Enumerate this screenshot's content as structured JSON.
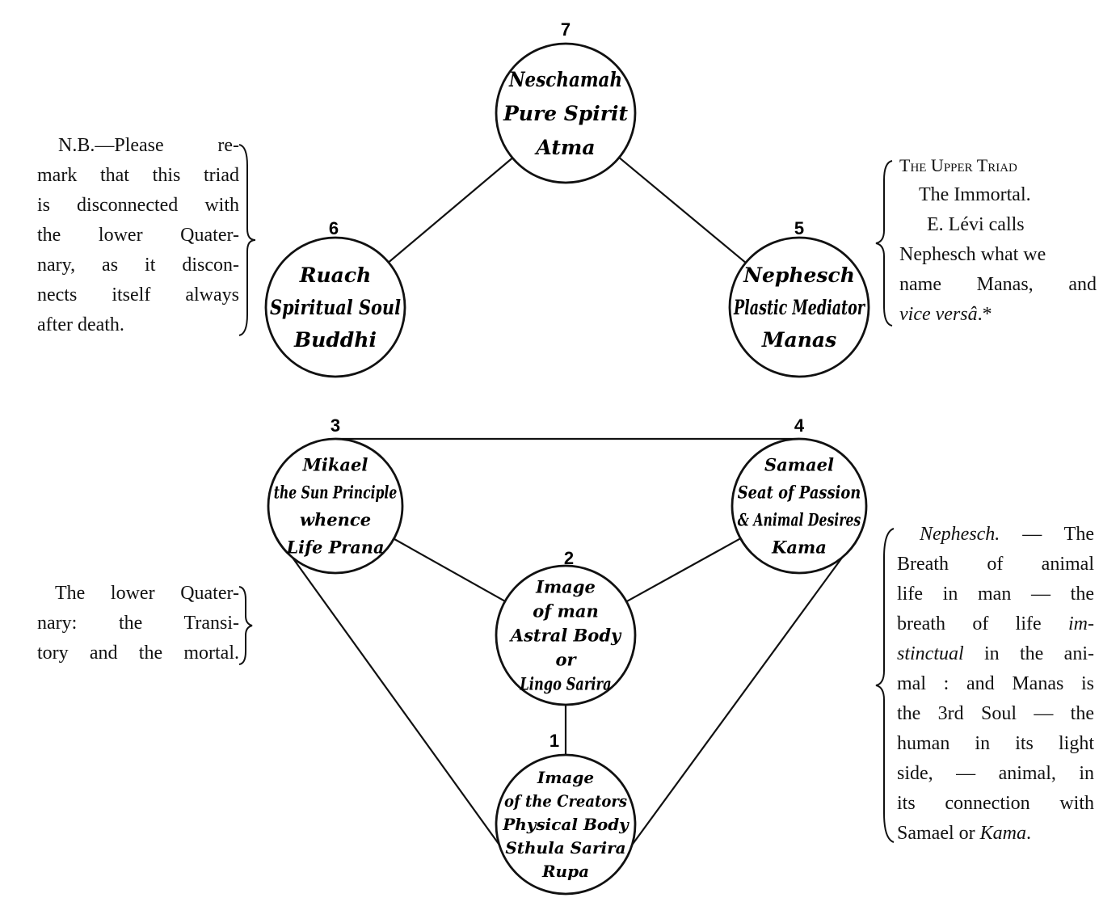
{
  "nodes": [
    {
      "id": "7",
      "number": "7",
      "lines": [
        "Neschamah",
        "Pure Spirit",
        "Atma"
      ]
    },
    {
      "id": "6",
      "number": "6",
      "lines": [
        "Ruach",
        "Spiritual Soul",
        "Buddhi"
      ]
    },
    {
      "id": "5",
      "number": "5",
      "lines": [
        "Nephesch",
        "Plastic Mediator",
        "Manas"
      ]
    },
    {
      "id": "3",
      "number": "3",
      "lines": [
        "Mikael",
        "the Sun Principle",
        "whence",
        "Life Prana"
      ]
    },
    {
      "id": "4",
      "number": "4",
      "lines": [
        "Samael",
        "Seat of Passion",
        "& Animal Desires",
        "Kama"
      ]
    },
    {
      "id": "2",
      "number": "2",
      "lines": [
        "Image",
        "of man",
        "Astral Body",
        "or",
        "Lingo Sarira"
      ]
    },
    {
      "id": "1",
      "number": "1",
      "lines": [
        "Image",
        "of the Creators",
        "Physical Body",
        "Sthula Sarira",
        "Rupa"
      ]
    }
  ],
  "edges": [
    [
      "7",
      "6"
    ],
    [
      "7",
      "5"
    ],
    [
      "3",
      "4"
    ],
    [
      "3",
      "2"
    ],
    [
      "4",
      "2"
    ],
    [
      "2",
      "1"
    ],
    [
      "3",
      "1"
    ],
    [
      "4",
      "1"
    ]
  ],
  "notes": {
    "nb": [
      "N.B.—Please re-",
      "mark that this triad",
      "is disconnected with",
      "the lower Quater-",
      "nary, as it discon-",
      "nects itself always",
      "after death."
    ],
    "upper_triad": {
      "heading": "The Upper Triad",
      "lines": [
        "The Immortal.",
        "E. Lévi calls",
        "Nephesch what we",
        "name Manas, and"
      ],
      "last_italic": "vice versâ",
      "last_tail": ".*"
    },
    "lower_quaternary": [
      "The lower Quater-",
      "nary: the Transi-",
      "tory and the mortal."
    ],
    "nephesch": {
      "lead_italic": "Nephesch.",
      "lead_rest": " — The",
      "l1": "Breath of animal",
      "l2": "life in man — the",
      "l3_a": "breath of life ",
      "l3_b": "im-",
      "l4_a": "stinctual",
      "l4_b": " in the ani-",
      "l5": "mal : and Manas is",
      "l6": "the 3rd Soul — the",
      "l7": "human in its light",
      "l8": "side, — animal, in",
      "l9": "its connection with",
      "l10_a": "Samael or ",
      "l10_b": "Kama",
      "l10_c": "."
    }
  }
}
